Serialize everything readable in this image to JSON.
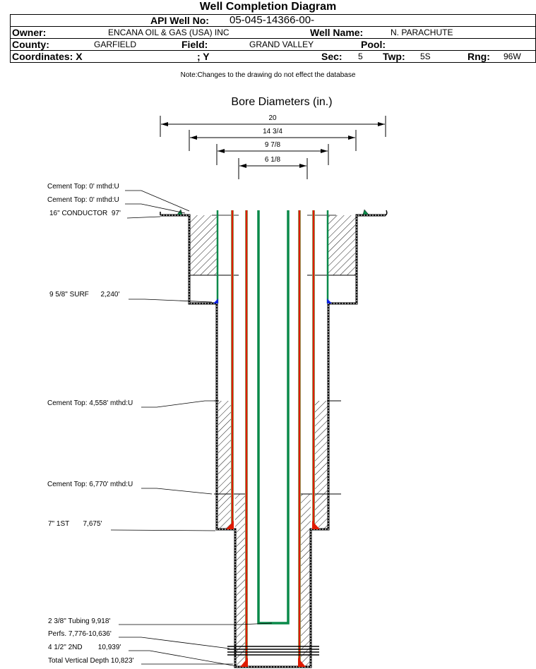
{
  "title": "Well Completion Diagram",
  "header": {
    "api_label": "API Well No:",
    "api_value": "05-045-14366-00-",
    "owner_label": "Owner:",
    "owner_value": "ENCANA OIL & GAS (USA) INC",
    "well_name_label": "Well Name:",
    "well_name_value": "N. PARACHUTE",
    "county_label": "County:",
    "county_value": "GARFIELD",
    "field_label": "Field:",
    "field_value": "GRAND VALLEY",
    "pool_label": "Pool:",
    "pool_value": "",
    "coord_label": "Coordinates: X",
    "coord_y_label": "; Y",
    "sec_label": "Sec:",
    "sec_value": "5",
    "twp_label": "Twp:",
    "twp_value": "5S",
    "rng_label": "Rng:",
    "rng_value": "96W"
  },
  "note": "Note:Changes to the drawing do not effect the database",
  "bore": {
    "title": "Bore Diameters (in.)",
    "diameters": [
      "20",
      "14 3/4",
      "9 7/8",
      "6 1/8"
    ]
  },
  "labels": {
    "cement_top_1": "Cement Top: 0' mthd:U",
    "cement_top_2": "Cement Top: 0' mthd:U",
    "conductor": "16\" CONDUCTOR  97'",
    "surf": "9 5/8\" SURF      2,240'",
    "cement_top_3": "Cement Top: 4,558' mthd:U",
    "cement_top_4": "Cement Top: 6,770' mthd:U",
    "first": "7\" 1ST       7,675'",
    "tubing": "2 3/8\" Tubing 9,918'",
    "perfs": "Perfs. 7,776-10,636'",
    "second": "4 1/2\" 2ND        10,939'",
    "tvd": "Total Vertical Depth 10,823'"
  },
  "colors": {
    "casing_green": "#0a8a4a",
    "casing_red": "#e01a00",
    "shoe_blue": "#0a1ee0",
    "frame": "#000000"
  }
}
